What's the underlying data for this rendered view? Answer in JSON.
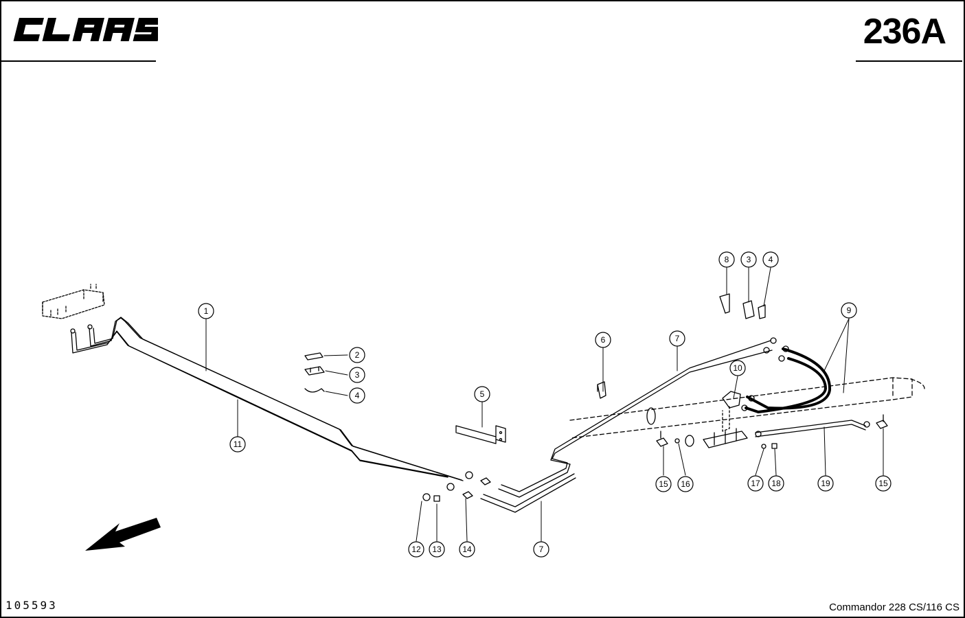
{
  "header": {
    "brand": "CLAAS",
    "page_code": "236A"
  },
  "footer": {
    "drawing_number": "105593",
    "model": "Commandor 228 CS/116 CS"
  },
  "callouts": {
    "c1": "1",
    "c2": "2",
    "c3a": "3",
    "c4a": "4",
    "c5": "5",
    "c6": "6",
    "c7a": "7",
    "c7b": "7",
    "c8": "8",
    "c3b": "3",
    "c4b": "4",
    "c9": "9",
    "c10": "10",
    "c11": "11",
    "c12": "12",
    "c13": "13",
    "c14": "14",
    "c15a": "15",
    "c16": "16",
    "c17": "17",
    "c18": "18",
    "c19": "19",
    "c15b": "15"
  },
  "icons": {
    "logo": "claas-logo",
    "direction": "direction-arrow-icon"
  }
}
